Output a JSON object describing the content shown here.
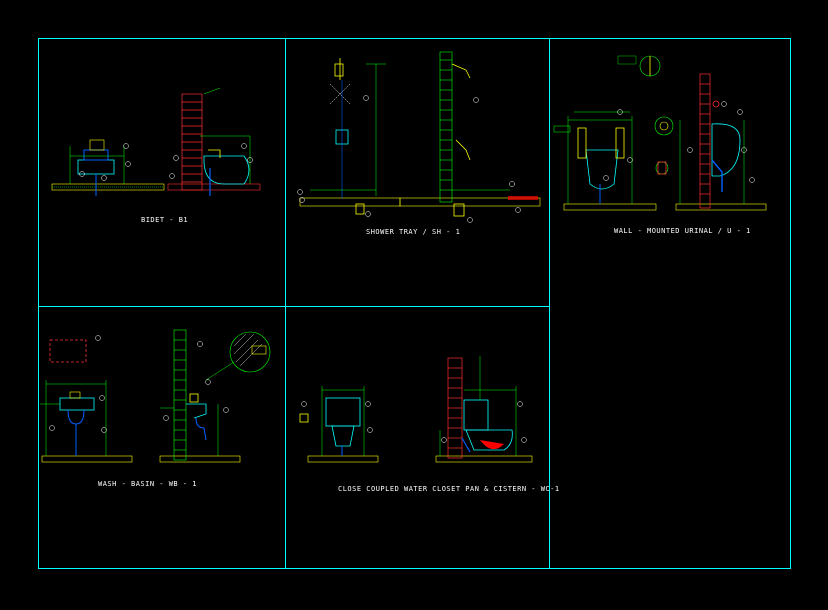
{
  "colors": {
    "background": "#000000",
    "frame": "#00ffff",
    "wall": "#ff3030",
    "fixture": "#00ffff",
    "dimension": "#00ff00",
    "leader": "#ffff00",
    "pipe": "#0060ff",
    "text": "#ffffff",
    "fill_red": "#ff0000"
  },
  "panels": {
    "bidet": {
      "caption": "BIDET - B1"
    },
    "shower": {
      "caption": "SHOWER TRAY / SH - 1"
    },
    "urinal": {
      "caption": "WALL - MOUNTED URINAL / U - 1"
    },
    "wash": {
      "caption": "WASH - BASIN - WB - 1"
    },
    "wc": {
      "caption": "CLOSE COUPLED WATER CLOSET PAN & CISTERN - WC-1"
    }
  },
  "icons": [
    "callout-bubble-icon",
    "detail-circle-icon"
  ]
}
